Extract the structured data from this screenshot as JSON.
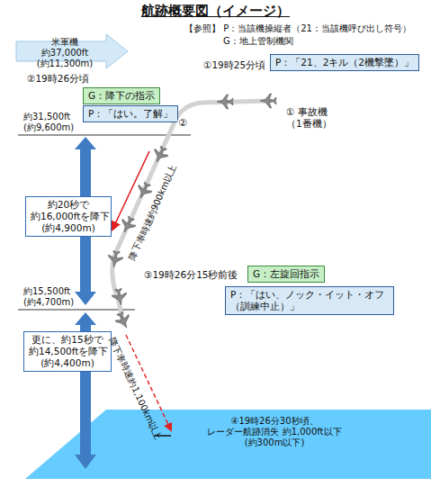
{
  "diagram": {
    "title": "航跡概要図（イメージ）",
    "nodes": [
      {
        "text": [
          "P：「21、2キル（2機撃墜）」"
        ]
      },
      {
        "text": [
          "G：降下の指示"
        ]
      },
      {
        "text": [
          "P：「はい。了解」"
        ]
      },
      {
        "text": [
          "約20秒で 約16,000ftを降下 (約4,900m)"
        ]
      },
      {
        "text": [
          "G：左旋回指示"
        ]
      },
      {
        "text": [
          "P：「はい、ノック・イット・オフ （訓練中止）」"
        ]
      },
      {
        "text": [
          "更に、約15秒で 約14,500ftを降下 (約4,400m)"
        ]
      }
    ],
    "labels": [
      "【参照】 P：当該機操縦者（21：当該機呼び出し符号）",
      "G：地上管制機関",
      "米軍機 約37,000ft (約11,300m)",
      "①19時25分頃",
      "① 事故機 （1番機）",
      "②19時26分頃",
      "②",
      "約31,500ft (約9,600m)",
      "約15,500ft (約4,700m)",
      "降下率時速約900km以上",
      "③19時26分15秒前後",
      "降下率時速約1,100km以上",
      "④19時26分30秒頃、レーダー航跡消失 約1,000ft以下 (約300m以下)"
    ]
  }
}
